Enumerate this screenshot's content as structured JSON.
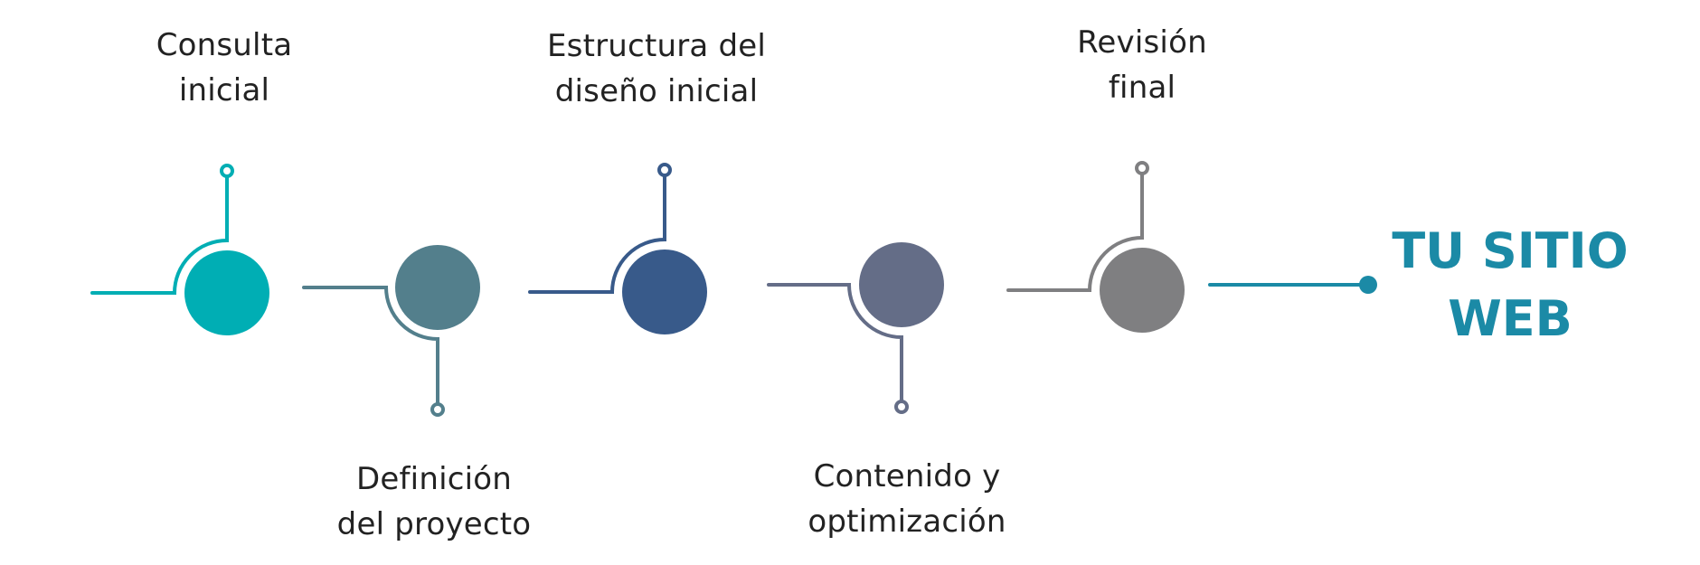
{
  "steps": [
    {
      "line1": "Consulta",
      "line2": "inicial",
      "color": "#00aeb4"
    },
    {
      "line1": "Definición",
      "line2": "del proyecto",
      "color": "#537f8c"
    },
    {
      "line1": "Estructura del",
      "line2": "diseño inicial",
      "color": "#385a8a"
    },
    {
      "line1": "Contenido y",
      "line2": "optimización",
      "color": "#646d87"
    },
    {
      "line1": "Revisión",
      "line2": "final",
      "color": "#7f7f81"
    }
  ],
  "final": {
    "line1": "TU SITIO",
    "line2": "WEB",
    "color": "#1b8aa6"
  }
}
